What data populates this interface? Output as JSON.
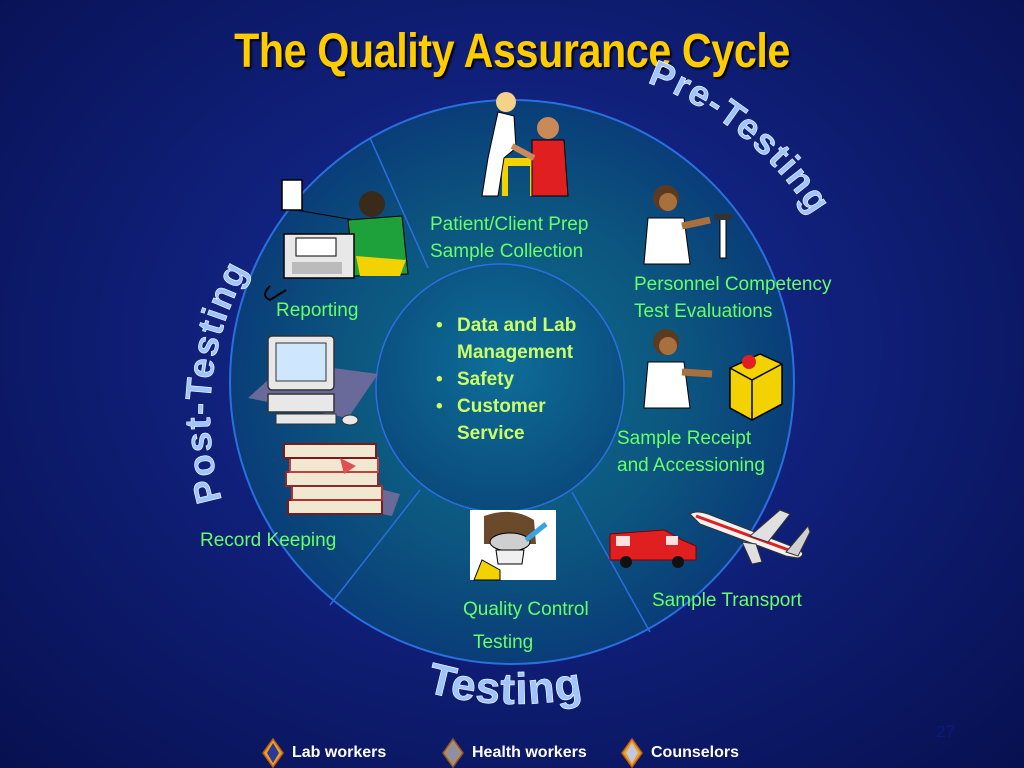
{
  "title": "The Quality Assurance Cycle",
  "phases": {
    "pre": "Pre-Testing",
    "testing": "Testing",
    "post": "Post-Testing"
  },
  "steps": {
    "patient_prep_1": "Patient/Client Prep",
    "patient_prep_2": "Sample Collection",
    "personnel_1": "Personnel Competency",
    "personnel_2": "Test Evaluations",
    "receipt_1": "Sample Receipt",
    "receipt_2": "and Accessioning",
    "transport": "Sample Transport",
    "qc_1": "Quality Control",
    "qc_2": "Testing",
    "record_keeping": "Record Keeping",
    "reporting": "Reporting"
  },
  "center_items": [
    "Data and Lab Management",
    "Safety",
    "Customer Service"
  ],
  "page_number": "27",
  "legend": [
    {
      "label": "Lab workers",
      "color": "#f0a020"
    },
    {
      "label": "Health workers",
      "color": "#b88a60"
    },
    {
      "label": "Counselors",
      "color": "#f0a020"
    }
  ],
  "colors": {
    "title": "#ffcc00",
    "phase_text": "#9fc4ff",
    "step_text": "#66ff66",
    "ring_fill": "#0d4f7f",
    "ring_border": "#2a6fe0"
  },
  "icons": [
    "nurse-patient-icon",
    "scientist-test-tube-icon",
    "scientist-package-icon",
    "van-icon",
    "airplane-icon",
    "lab-tech-masked-icon",
    "books-icon",
    "computer-icon",
    "person-phone-fax-icon"
  ]
}
